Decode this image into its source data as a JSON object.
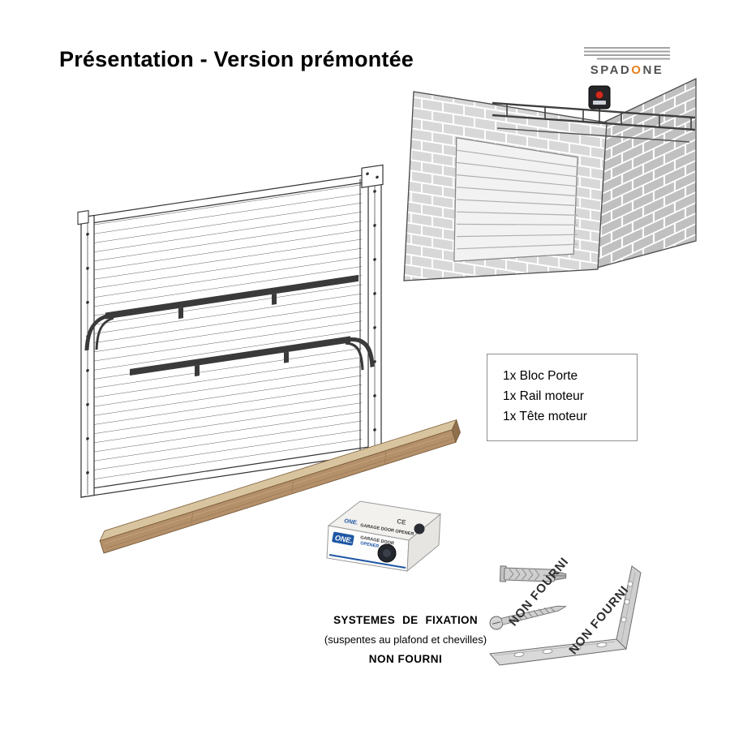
{
  "page": {
    "background": "#ffffff"
  },
  "header": {
    "title": "Présentation - Version prémontée"
  },
  "logo": {
    "prefix": "SPAD",
    "accent": "O",
    "suffix": "NE",
    "accent_color": "#e87f1f",
    "text_color": "#515151"
  },
  "parts_box": {
    "items": [
      "1x Bloc Porte",
      "1x Rail moteur",
      "1x Tête moteur"
    ]
  },
  "motor_box": {
    "brand": "ONE.",
    "product": "GARAGE DOOR OPENER",
    "product_dark": "GARAGE DOOR",
    "product_accent": "OPENER",
    "ce_mark": "CE",
    "accent_color": "#1f57a4"
  },
  "fixation_note": {
    "line1": "SYSTEMES DE FIXATION",
    "line2": "(suspentes au plafond et chevilles)",
    "line3": "NON FOURNI"
  },
  "watermark": {
    "text": "NON FOURNI"
  },
  "figures": [
    "garage-3d-illustration",
    "door-panel-illustration",
    "rail-package-illustration",
    "motor-box-illustration",
    "wall-plug-icon",
    "screw-icon",
    "angle-bracket-icon"
  ]
}
